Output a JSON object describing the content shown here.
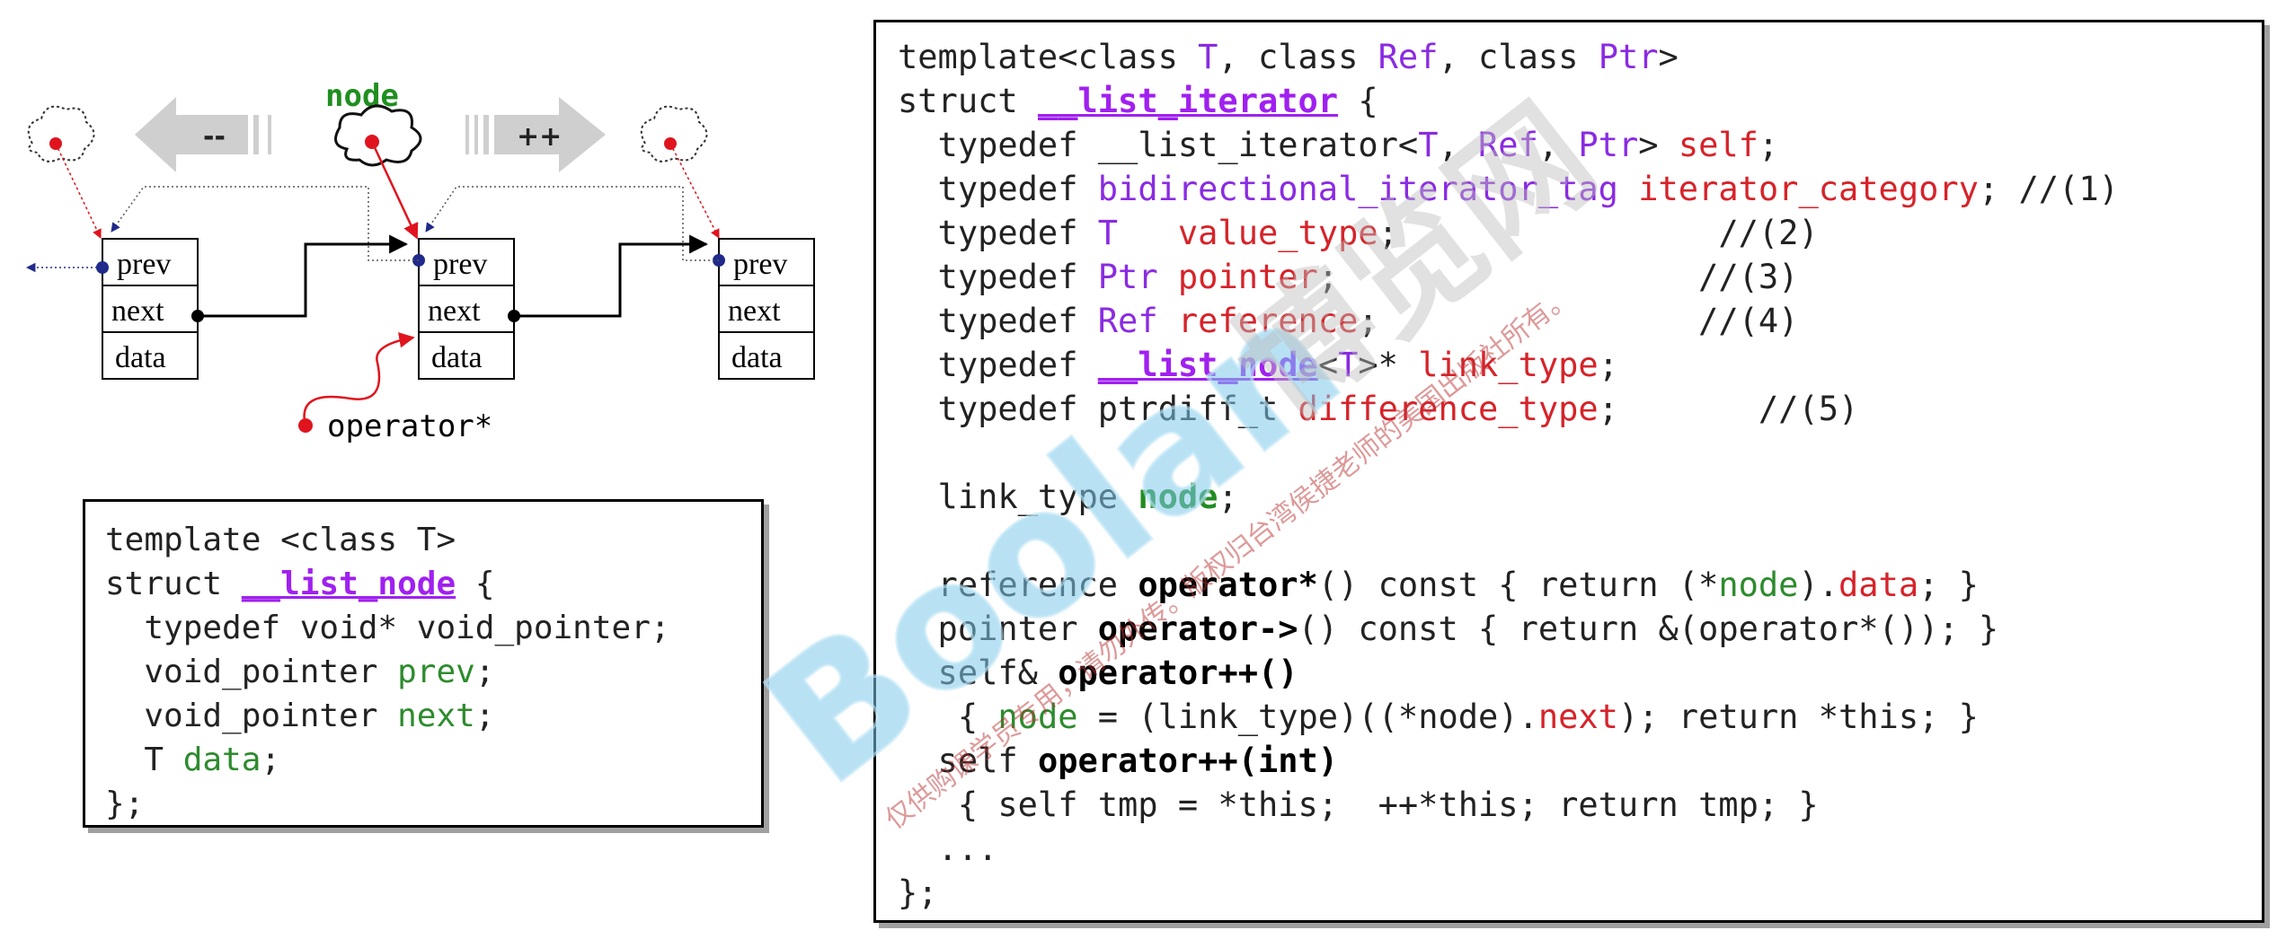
{
  "diagram": {
    "node_label": "node",
    "decrement_label": "--",
    "increment_label": "++",
    "operator_label": "operator*",
    "nodes": [
      {
        "fields": [
          "prev",
          "next",
          "data"
        ]
      },
      {
        "fields": [
          "prev",
          "next",
          "data"
        ]
      },
      {
        "fields": [
          "prev",
          "next",
          "data"
        ]
      }
    ]
  },
  "code_node": [
    [
      [
        "template <class T>",
        "kw"
      ]
    ],
    [
      [
        "struct ",
        "kw"
      ],
      [
        "__list_node",
        "mb"
      ],
      [
        " {",
        "kw"
      ]
    ],
    [
      [
        "  typedef void* void_pointer;",
        "kw"
      ]
    ],
    [
      [
        "  void_pointer ",
        "kw"
      ],
      [
        "prev",
        "g"
      ],
      [
        ";",
        "kw"
      ]
    ],
    [
      [
        "  void_pointer ",
        "kw"
      ],
      [
        "next",
        "g"
      ],
      [
        ";",
        "kw"
      ]
    ],
    [
      [
        "  T ",
        "kw"
      ],
      [
        "data",
        "g"
      ],
      [
        ";",
        "kw"
      ]
    ],
    [
      [
        "};",
        "kw"
      ]
    ]
  ],
  "code_main": [
    [
      [
        "template<class ",
        "kw"
      ],
      [
        "T",
        "p"
      ],
      [
        ", class ",
        "kw"
      ],
      [
        "Ref",
        "p"
      ],
      [
        ", class ",
        "kw"
      ],
      [
        "Ptr",
        "p"
      ],
      [
        ">",
        "kw"
      ]
    ],
    [
      [
        "struct ",
        "kw"
      ],
      [
        "__list_iterator",
        "mb"
      ],
      [
        " {",
        "kw"
      ]
    ],
    [
      [
        "  typedef __list_iterator<",
        "kw"
      ],
      [
        "T",
        "p"
      ],
      [
        ", ",
        "kw"
      ],
      [
        "Ref",
        "p"
      ],
      [
        ", ",
        "kw"
      ],
      [
        "Ptr",
        "p"
      ],
      [
        "> ",
        "kw"
      ],
      [
        "self",
        "r"
      ],
      [
        ";",
        "kw"
      ]
    ],
    [
      [
        "  typedef ",
        "kw"
      ],
      [
        "bidirectional_iterator_tag",
        "p"
      ],
      [
        " ",
        "kw"
      ],
      [
        "iterator_category",
        "r"
      ],
      [
        "; //(1)",
        "kw"
      ]
    ],
    [
      [
        "  typedef ",
        "kw"
      ],
      [
        "T",
        "p"
      ],
      [
        "   ",
        "kw"
      ],
      [
        "value_type",
        "r"
      ],
      [
        ";                //(2)",
        "kw"
      ]
    ],
    [
      [
        "  typedef ",
        "kw"
      ],
      [
        "Ptr",
        "p"
      ],
      [
        " ",
        "kw"
      ],
      [
        "pointer",
        "r"
      ],
      [
        ";                  //(3)",
        "kw"
      ]
    ],
    [
      [
        "  typedef ",
        "kw"
      ],
      [
        "Ref",
        "p"
      ],
      [
        " ",
        "kw"
      ],
      [
        "reference",
        "r"
      ],
      [
        ";                //(4)",
        "kw"
      ]
    ],
    [
      [
        "  typedef ",
        "kw"
      ],
      [
        "__list_node",
        "mb"
      ],
      [
        "<",
        "kw"
      ],
      [
        "T",
        "p"
      ],
      [
        ">* ",
        "kw"
      ],
      [
        "link_type",
        "r"
      ],
      [
        ";",
        "kw"
      ]
    ],
    [
      [
        "  typedef ptrdiff_t ",
        "kw"
      ],
      [
        "difference_type",
        "r"
      ],
      [
        ";       //(5)",
        "kw"
      ]
    ],
    [
      [
        "",
        "kw"
      ]
    ],
    [
      [
        "  link_type ",
        "kw"
      ],
      [
        "node",
        "gb"
      ],
      [
        ";",
        "kw"
      ]
    ],
    [
      [
        "",
        "kw"
      ]
    ],
    [
      [
        "  reference ",
        "kw"
      ],
      [
        "operator*",
        "b"
      ],
      [
        "() const { return (*",
        "kw"
      ],
      [
        "node",
        "g"
      ],
      [
        ").",
        "kw"
      ],
      [
        "data",
        "r"
      ],
      [
        "; }",
        "kw"
      ]
    ],
    [
      [
        "  pointer ",
        "kw"
      ],
      [
        "operator->",
        "b"
      ],
      [
        "() const { return &(operator*()); }",
        "kw"
      ]
    ],
    [
      [
        "  self& ",
        "kw"
      ],
      [
        "operator++()",
        "b"
      ]
    ],
    [
      [
        "   { ",
        "kw"
      ],
      [
        "node",
        "g"
      ],
      [
        " = (link_type)((*node).",
        "kw"
      ],
      [
        "next",
        "r"
      ],
      [
        "); return *this; }",
        "kw"
      ]
    ],
    [
      [
        "  self ",
        "kw"
      ],
      [
        "operator++(int)",
        "b"
      ]
    ],
    [
      [
        "   { self tmp = *this;  ++*this; return tmp; }",
        "kw"
      ]
    ],
    [
      [
        "  ...",
        "kw"
      ]
    ],
    [
      [
        "};",
        "kw"
      ]
    ]
  ],
  "watermark": {
    "brand": "Boolan",
    "cn_name": "博览网",
    "notice": "仅供购课学员专用，请勿外传。版权归台湾侯捷老师的美国出版社所有。"
  }
}
